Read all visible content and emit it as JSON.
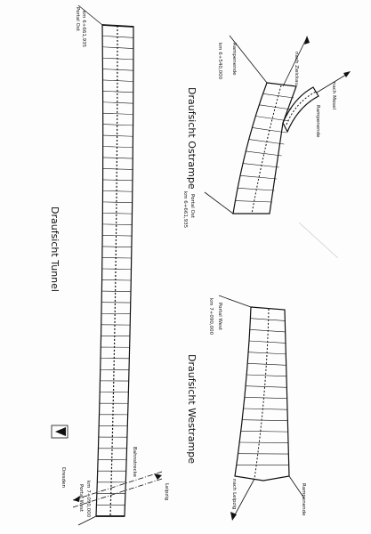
{
  "titles": {
    "tunnel": "Draufsicht Tunnel",
    "ostrampe": "Draufsicht Ostrampe",
    "westrampe": "Draufsicht Westrampe"
  },
  "labels": {
    "km_tunnel_east": "km 6+661,935",
    "portal_ost": "Portal Ost",
    "km_tunnel_west": "km 7+090,000",
    "portal_west": "Portal West",
    "km_ost_rampenende": "km 6+540,000",
    "rampenende": "Rampenende",
    "nach_zwickau": "nach Zwickau",
    "nach_mosel": "nach Mosel",
    "km_ost_portal": "km 6+661,935",
    "portal_ost_2": "Portal Ost",
    "km_west_portal": "km 7+090,000",
    "portal_west_2": "Portal West",
    "rampenende_west": "Rampenende",
    "nach_leipzig": "nach Leipzig",
    "dresden": "Dresden",
    "bahnstrecke": "Bahnstrecke",
    "leipzig": "Leipzig"
  }
}
